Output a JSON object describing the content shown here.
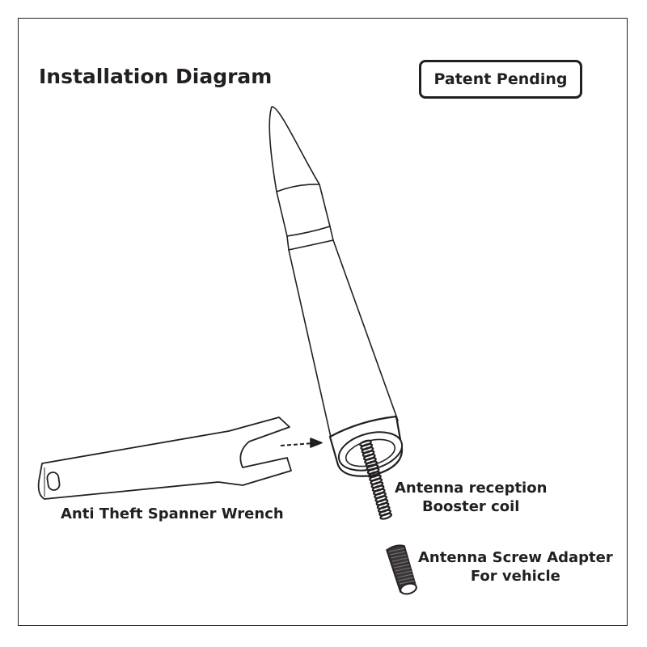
{
  "title": "Installation Diagram",
  "badge": "Patent Pending",
  "labels": {
    "wrench": "Anti Theft Spanner Wrench",
    "coil_line1": "Antenna reception",
    "coil_line2": "Booster coil",
    "adapter_line1": "Antenna Screw Adapter",
    "adapter_line2": "For vehicle"
  },
  "colors": {
    "ink": "#231f20",
    "background": "#ffffff"
  }
}
